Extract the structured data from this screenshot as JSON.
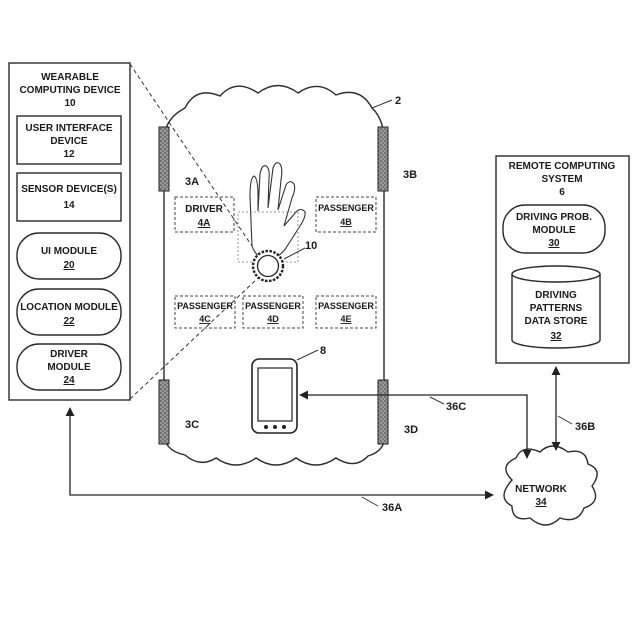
{
  "wearable": {
    "title_1": "WEARABLE",
    "title_2": "COMPUTING DEVICE",
    "ref": "10",
    "uid_1": "USER INTERFACE",
    "uid_2": "DEVICE",
    "uid_ref": "12",
    "sensor_1": "SENSOR DEVICE(S)",
    "sensor_ref": "14",
    "ui_module": "UI MODULE",
    "ui_module_ref": "20",
    "location_module": "LOCATION MODULE",
    "location_module_ref": "22",
    "driver_module_1": "DRIVER",
    "driver_module_2": "MODULE",
    "driver_module_ref": "24"
  },
  "vehicle": {
    "ref": "2",
    "door_a": "3A",
    "door_b": "3B",
    "door_c": "3C",
    "door_d": "3D",
    "driver_seat": "DRIVER",
    "driver_seat_ref": "4A",
    "passenger_label": "PASSENGER",
    "passenger_b_ref": "4B",
    "passenger_c_ref": "4C",
    "passenger_d_ref": "4D",
    "passenger_e_ref": "4E",
    "watch_ref": "10",
    "phone_ref": "8"
  },
  "remote": {
    "title_1": "REMOTE COMPUTING",
    "title_2": "SYSTEM",
    "ref": "6",
    "prob_1": "DRIVING PROB.",
    "prob_2": "MODULE",
    "prob_ref": "30",
    "store_1": "DRIVING",
    "store_2": "PATTERNS",
    "store_3": "DATA STORE",
    "store_ref": "32"
  },
  "network": {
    "label": "NETWORK",
    "ref": "34"
  },
  "links": {
    "link_a": "36A",
    "link_b": "36B",
    "link_c": "36C"
  }
}
